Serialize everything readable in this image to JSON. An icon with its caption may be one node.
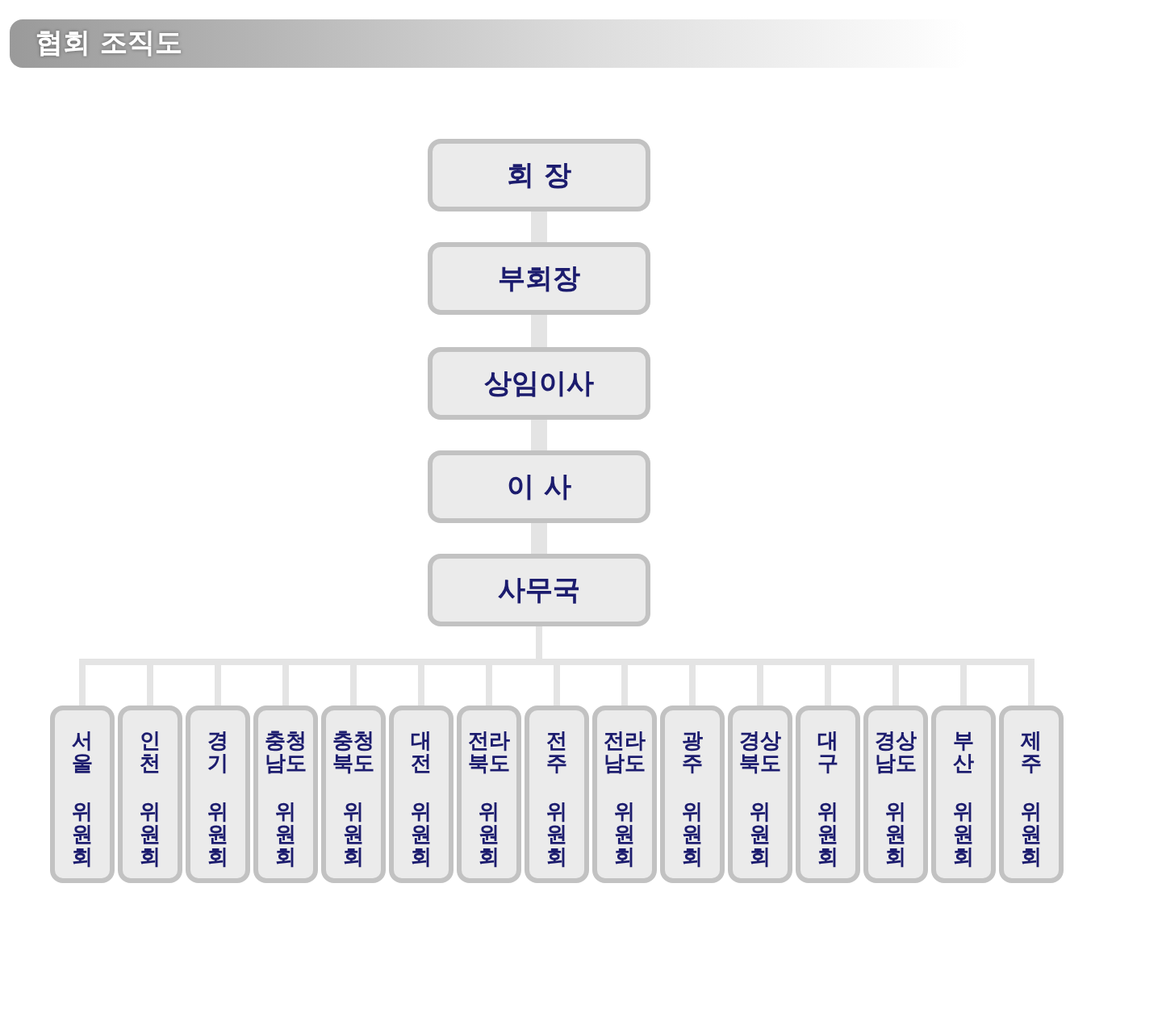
{
  "diagram": {
    "title": "협회 조직도",
    "nodes": [
      {
        "text": [
          "회 장"
        ]
      },
      {
        "text": [
          "부회장"
        ]
      },
      {
        "text": [
          "상임이사"
        ]
      },
      {
        "text": [
          "이 사"
        ]
      },
      {
        "text": [
          "사무국"
        ]
      },
      {
        "text": [
          "서울",
          "위원회"
        ]
      },
      {
        "text": [
          "인천",
          "위원회"
        ]
      },
      {
        "text": [
          "경기",
          "위원회"
        ]
      },
      {
        "text": [
          "충청남도",
          "위원회"
        ]
      },
      {
        "text": [
          "충청북도",
          "위원회"
        ]
      },
      {
        "text": [
          "대전",
          "위원회"
        ]
      },
      {
        "text": [
          "전라북도",
          "위원회"
        ]
      },
      {
        "text": [
          "전주",
          "위원회"
        ]
      },
      {
        "text": [
          "전라남도",
          "위원회"
        ]
      },
      {
        "text": [
          "광주",
          "위원회"
        ]
      },
      {
        "text": [
          "경상북도",
          "위원회"
        ]
      },
      {
        "text": [
          "대구",
          "위원회"
        ]
      },
      {
        "text": [
          "경상남도",
          "위원회"
        ]
      },
      {
        "text": [
          "부산",
          "위원회"
        ]
      },
      {
        "text": [
          "제주",
          "위원회"
        ]
      }
    ],
    "edges": [
      {
        "from": 0,
        "to": 1,
        "arrow": "none",
        "style": "thick"
      },
      {
        "from": 1,
        "to": 2,
        "arrow": "none",
        "style": "thick"
      },
      {
        "from": 2,
        "to": 3,
        "arrow": "none",
        "style": "thick"
      },
      {
        "from": 3,
        "to": 4,
        "arrow": "none",
        "style": "thick"
      },
      {
        "from": 4,
        "to": 5,
        "arrow": "none"
      },
      {
        "from": 4,
        "to": 6,
        "arrow": "none"
      },
      {
        "from": 4,
        "to": 7,
        "arrow": "none"
      },
      {
        "from": 4,
        "to": 8,
        "arrow": "none"
      },
      {
        "from": 4,
        "to": 9,
        "arrow": "none"
      },
      {
        "from": 4,
        "to": 10,
        "arrow": "none"
      },
      {
        "from": 4,
        "to": 11,
        "arrow": "none"
      },
      {
        "from": 4,
        "to": 12,
        "arrow": "none"
      },
      {
        "from": 4,
        "to": 13,
        "arrow": "none"
      },
      {
        "from": 4,
        "to": 14,
        "arrow": "none"
      },
      {
        "from": 4,
        "to": 15,
        "arrow": "none"
      },
      {
        "from": 4,
        "to": 16,
        "arrow": "none"
      },
      {
        "from": 4,
        "to": 17,
        "arrow": "none"
      },
      {
        "from": 4,
        "to": 18,
        "arrow": "none"
      },
      {
        "from": 4,
        "to": 19,
        "arrow": "none"
      }
    ]
  }
}
